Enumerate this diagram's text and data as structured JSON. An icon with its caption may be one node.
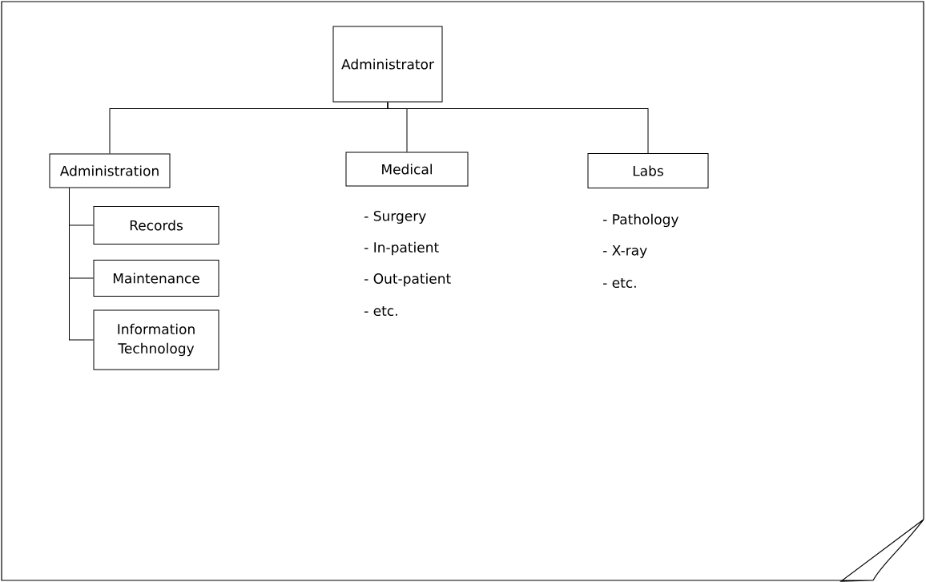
{
  "diagram": {
    "nodes": [
      {
        "text": [
          "Administrator"
        ]
      },
      {
        "text": [
          "Administration"
        ]
      },
      {
        "text": [
          "Medical"
        ]
      },
      {
        "text": [
          "Labs"
        ]
      },
      {
        "text": [
          "Records"
        ]
      },
      {
        "text": [
          "Maintenance"
        ]
      },
      {
        "text": [
          "Information Technology"
        ]
      }
    ],
    "edges": [
      {
        "from": 0,
        "to": 1,
        "arrow": "none"
      },
      {
        "from": 0,
        "to": 2,
        "arrow": "none"
      },
      {
        "from": 0,
        "to": 3,
        "arrow": "none"
      },
      {
        "from": 1,
        "to": 4,
        "arrow": "none"
      },
      {
        "from": 1,
        "to": 5,
        "arrow": "none"
      },
      {
        "from": 1,
        "to": 6,
        "arrow": "none"
      }
    ],
    "labels": [
      "- Surgery",
      "- In-patient",
      "- Out-patient",
      "- etc.",
      "- Pathology",
      "- X-ray",
      "- etc."
    ]
  }
}
